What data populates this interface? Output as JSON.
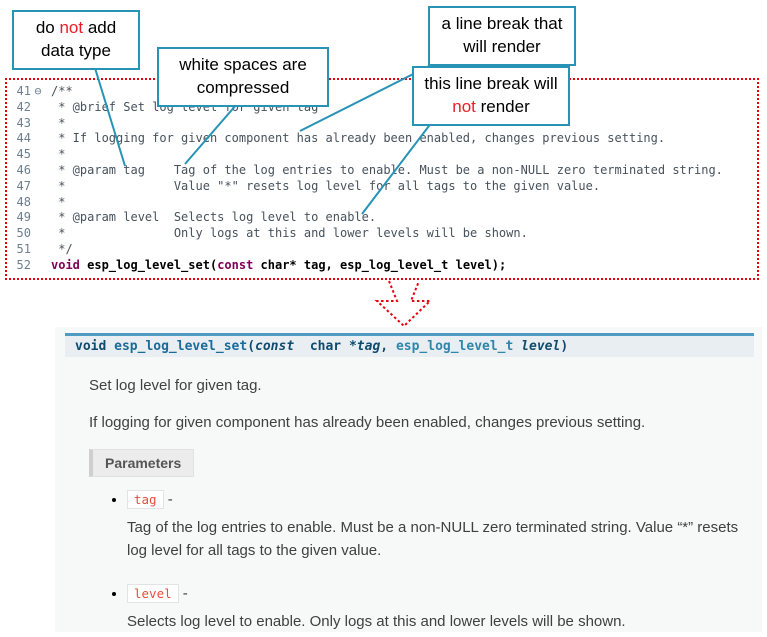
{
  "callouts": {
    "datatype": {
      "t1": "do ",
      "em": "not",
      "t2": " add data type"
    },
    "whitespace": {
      "text": "white spaces are  compressed"
    },
    "break_render": {
      "text": "a line break that will render"
    },
    "break_norender": {
      "t1": "this line break will ",
      "em": "not",
      "t2": " render"
    }
  },
  "editor": {
    "lines": [
      {
        "num": "41",
        "fold": "⊖",
        "text": "/**"
      },
      {
        "num": "42",
        "text": " * @brief Set log level for given tag"
      },
      {
        "num": "43",
        "text": " *"
      },
      {
        "num": "44",
        "text": " * If logging for given component has already been enabled, changes previous setting."
      },
      {
        "num": "45",
        "text": " *"
      },
      {
        "num": "46",
        "text": " * @param tag    Tag of the log entries to enable. Must be a non-NULL zero terminated string."
      },
      {
        "num": "47",
        "text": " *               Value \"*\" resets log level for all tags to the given value."
      },
      {
        "num": "48",
        "text": " *"
      },
      {
        "num": "49",
        "text": " * @param level  Selects log level to enable."
      },
      {
        "num": "50",
        "text": " *               Only logs at this and lower levels will be shown."
      },
      {
        "num": "51",
        "text": " */"
      }
    ],
    "line52": {
      "num": "52",
      "kw1": "void",
      "mid": " esp_log_level_set(",
      "kw2": "const",
      "rest": " char* tag, esp_log_level_t level);"
    }
  },
  "doc": {
    "signature": {
      "kw_void": "void",
      "name": " esp_log_level_set",
      "paren_open": "(",
      "kw_const": "const",
      "type_char": "  char *",
      "param_tag": "tag",
      "comma": ", ",
      "type_level": "esp_log_level_t",
      "space": " ",
      "param_level": "level",
      "paren_close": ")"
    },
    "p1": "Set log level for given tag.",
    "p2": "If logging for given component has already been enabled, changes previous setting.",
    "params_label": "Parameters",
    "bullets": [
      {
        "code": "tag",
        "dash": " -",
        "desc": "Tag of the log entries to enable. Must be a non-NULL zero terminated string. Value “*” resets log level for all tags to the given value."
      },
      {
        "code": "level",
        "dash": " -",
        "desc": "Selects log level to enable. Only logs at this and lower levels will be shown."
      }
    ]
  }
}
